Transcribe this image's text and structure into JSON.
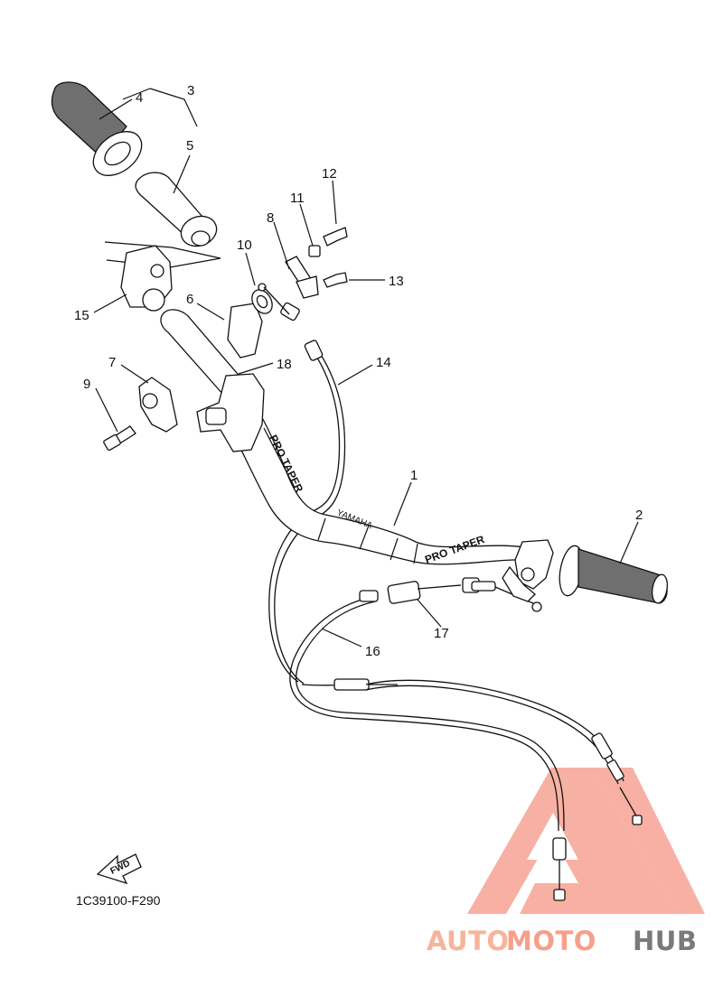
{
  "diagram": {
    "drawing_code": "1C39100-F290",
    "direction_label": "FWD",
    "callouts": [
      "1",
      "2",
      "3",
      "4",
      "5",
      "6",
      "7",
      "8",
      "9",
      "10",
      "11",
      "12",
      "13",
      "14",
      "15",
      "16",
      "17",
      "18"
    ],
    "handlebar_print": {
      "brand_a": "PRO TAPER",
      "brand_b": "YAMAHA",
      "brand_c": "PRO TAPER"
    }
  },
  "watermark": {
    "part1": "AUTO",
    "part2": "MOTO",
    "part3": "HUB",
    "color_main": "#f5a08a",
    "color_hub": "#7a7a7a",
    "logo_color": "#f08a7a"
  }
}
